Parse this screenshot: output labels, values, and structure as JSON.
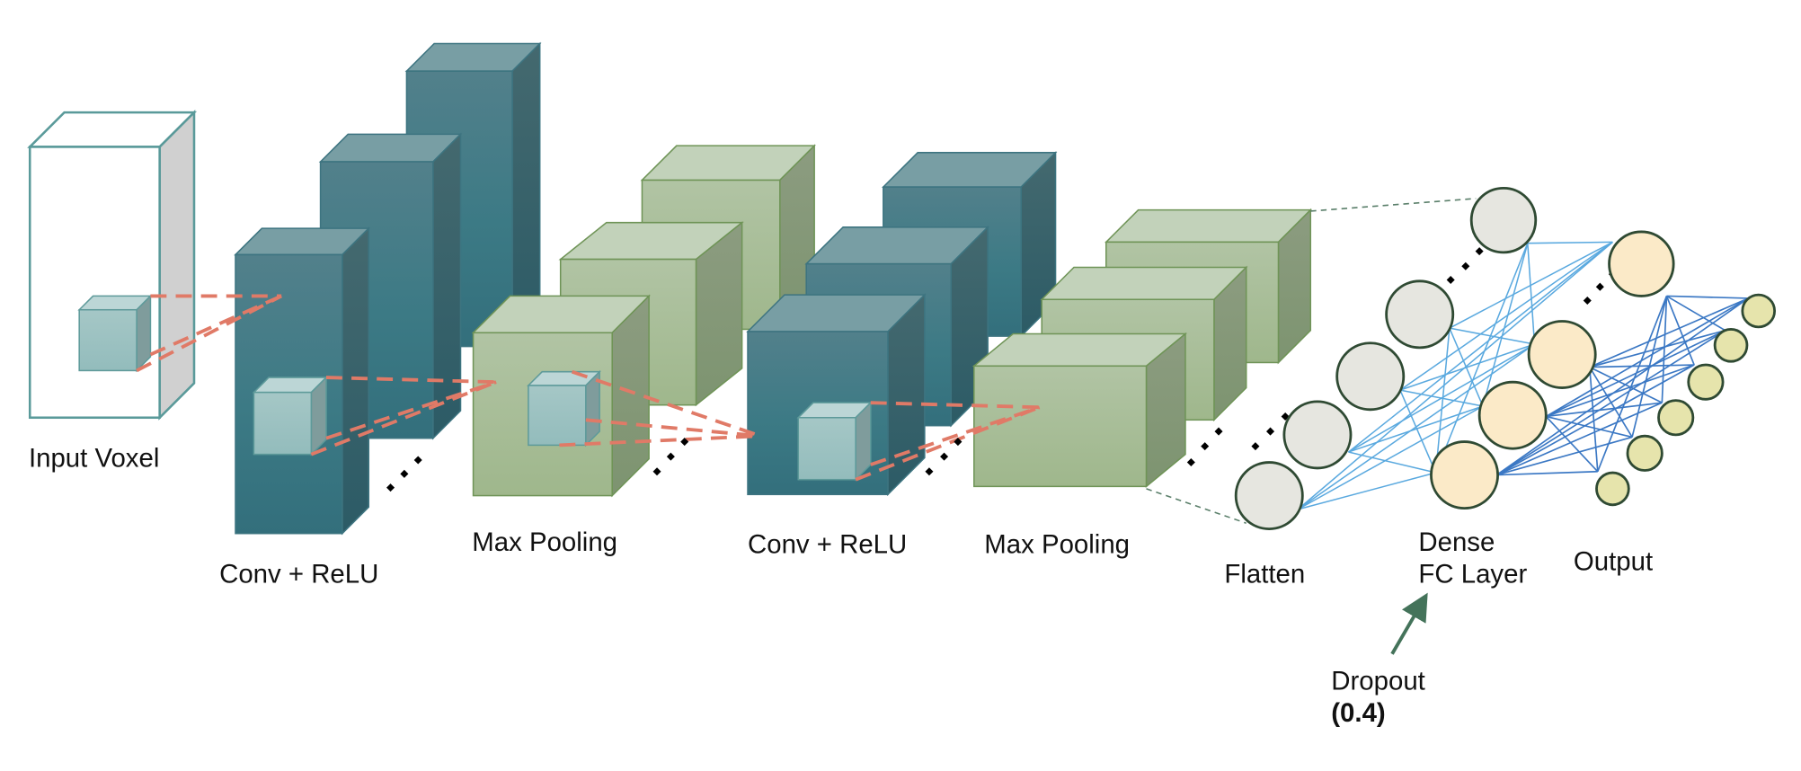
{
  "diagram": {
    "title": "3D CNN architecture",
    "labels": {
      "input": "Input Voxel",
      "conv1": "Conv + ReLU",
      "pool1": "Max Pooling",
      "conv2": "Conv + ReLU",
      "pool2": "Max Pooling",
      "flatten": "Flatten",
      "dense_line1": "Dense",
      "dense_line2": "FC Layer",
      "output": "Output",
      "dropout_line1": "Dropout",
      "dropout_line2": "(0.4)"
    },
    "dropout_rate": 0.4,
    "layers": [
      {
        "id": "input",
        "type": "input",
        "label": "Input Voxel",
        "feature_maps_shown": 1
      },
      {
        "id": "conv1",
        "type": "conv_relu",
        "label": "Conv + ReLU",
        "feature_maps_shown": 3
      },
      {
        "id": "pool1",
        "type": "max_pooling",
        "label": "Max Pooling",
        "feature_maps_shown": 3
      },
      {
        "id": "conv2",
        "type": "conv_relu",
        "label": "Conv + ReLU",
        "feature_maps_shown": 3
      },
      {
        "id": "pool2",
        "type": "max_pooling",
        "label": "Max Pooling",
        "feature_maps_shown": 3
      },
      {
        "id": "flatten",
        "type": "flatten",
        "label": "Flatten",
        "nodes_shown": 5
      },
      {
        "id": "dense",
        "type": "dense",
        "label": "Dense FC Layer",
        "nodes_shown": 4
      },
      {
        "id": "output",
        "type": "output",
        "label": "Output",
        "nodes_shown": 6
      }
    ],
    "colors": {
      "conv_front_top": "#52808b",
      "conv_front_bottom": "#336f7c",
      "conv_top": "#789ea4",
      "conv_side": "#3a6670",
      "conv_edge": "#3d7480",
      "pool_front_top": "#b3c4a4",
      "pool_front_bottom": "#9fb78c",
      "pool_top": "#c2d2ba",
      "pool_side": "#879a78",
      "pool_edge": "#6f9457",
      "kernel_front": "#9fc3c3",
      "kernel_top": "#bcd6d6",
      "kernel_side": "#7f9c9c",
      "input_edge": "#5a9a9a",
      "input_side": "#d0d0d0",
      "flatten_node": "#e6e6e0",
      "dense_node": "#fbeac8",
      "output_node": "#e6e4ac",
      "node_stroke": "#2f4a33",
      "kernel_link": "#e07a67",
      "flatten_link": "#5a7f6a",
      "dense_conn": "#5aa9df",
      "output_conn": "#3b78c4",
      "dropout_arrow": "#44735a"
    }
  }
}
